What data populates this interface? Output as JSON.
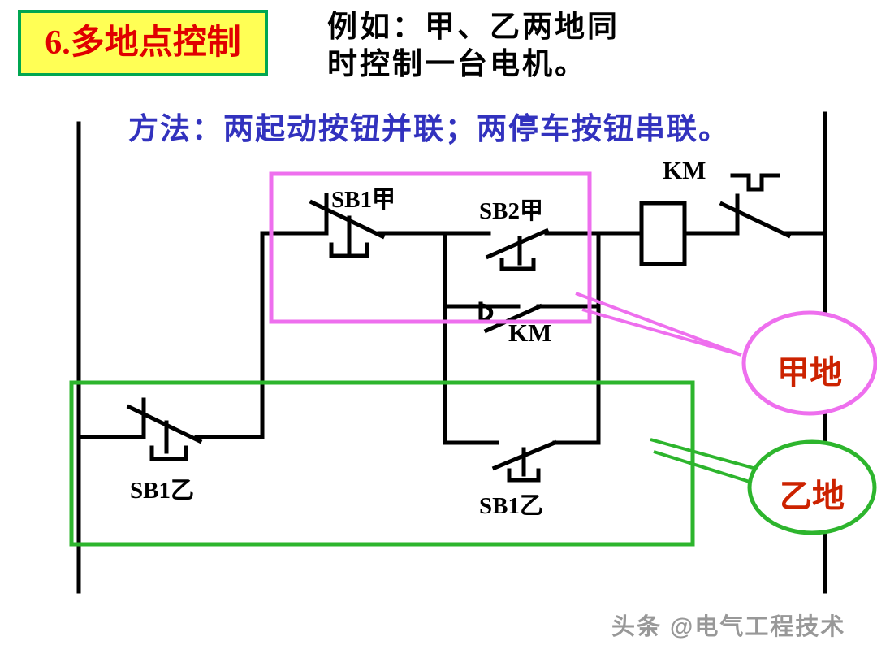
{
  "header": {
    "title": "6.多地点控制",
    "example_line1": "例如：甲、乙两地同",
    "example_line2": "时控制一台电机。",
    "method": "方法：两起动按钮并联；两停车按钮串联。"
  },
  "circuit": {
    "labels": {
      "stop_button_a": "SB1甲",
      "start_button_a": "SB2甲",
      "contactor_coil": "KM",
      "self_hold_contact": "KM",
      "stop_button_b": "SB1乙",
      "start_button_b": "SB1乙"
    },
    "callouts": {
      "site_a": "甲地",
      "site_b": "乙地"
    }
  },
  "footer": {
    "watermark": "头条 @电气工程技术"
  },
  "colors": {
    "title_text": "#e00000",
    "title_bg": "#ffff55",
    "title_border": "#00a651",
    "example_text": "#000000",
    "method_text": "#3232be",
    "pink_accent": "#ee6fee",
    "green_accent": "#2db52d",
    "callout_text": "#cc2200",
    "wire": "#000000",
    "watermark_text": "#989898"
  }
}
